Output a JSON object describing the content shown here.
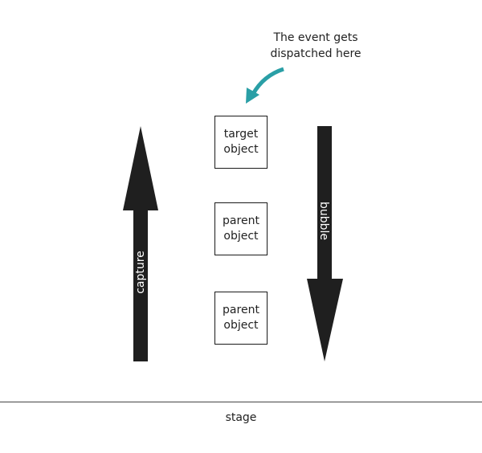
{
  "callout": {
    "line1": "The event gets",
    "line2": "dispatched here"
  },
  "objects": [
    {
      "line1": "target",
      "line2": "object"
    },
    {
      "line1": "parent",
      "line2": "object"
    },
    {
      "line1": "parent",
      "line2": "object"
    }
  ],
  "arrows": {
    "capture_label": "capture",
    "bubble_label": "bubble",
    "arrow_color": "#1f1f1f",
    "callout_arrow_color": "#2a9fa6"
  },
  "stage": {
    "label": "stage"
  }
}
